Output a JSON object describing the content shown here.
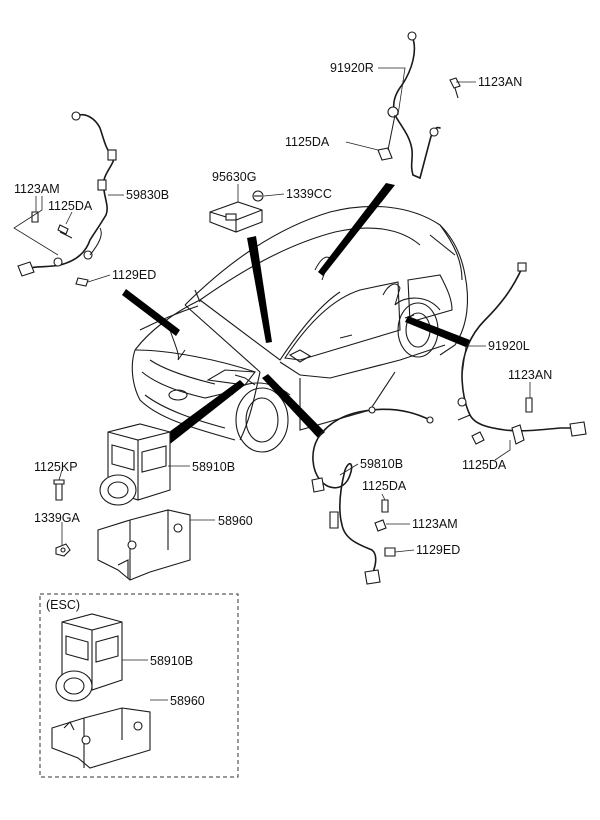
{
  "labels": {
    "n91920R": "91920R",
    "n1123AN_top": "1123AN",
    "n1125DA_top": "1125DA",
    "n95630G": "95630G",
    "n1339CC": "1339CC",
    "n1123AM_left": "1123AM",
    "n1125DA_left": "1125DA",
    "n59830B": "59830B",
    "n1129ED_left": "1129ED",
    "n91920L": "91920L",
    "n1123AN_right": "1123AN",
    "n1125DA_right": "1125DA",
    "n1125KP": "1125KP",
    "n58910B": "58910B",
    "n1339GA": "1339GA",
    "n58960": "58960",
    "n59810B": "59810B",
    "n1125DA_mid": "1125DA",
    "n1123AM_mid": "1123AM",
    "n1129ED_mid": "1129ED",
    "esc_title": "(ESC)",
    "n58910B_esc": "58910B",
    "n58960_esc": "58960"
  }
}
